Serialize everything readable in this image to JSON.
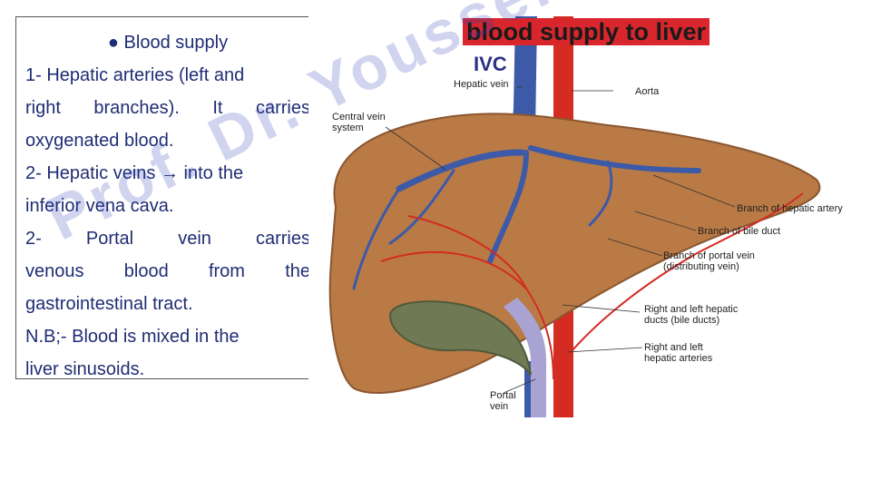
{
  "textbox": {
    "heading": "● Blood supply",
    "line1": "1- Hepatic arteries (left and",
    "line2_words": [
      "right",
      "branches).",
      "It",
      "carries"
    ],
    "line3": "oxygenated blood.",
    "line4": "2- Hepatic veins → into the",
    "line5": "inferior vena cava.",
    "line6_words": [
      "2-",
      "Portal",
      "vein",
      "carries"
    ],
    "line7_words": [
      "venous",
      "blood",
      "from",
      "the"
    ],
    "line8": "gastrointestinal tract.",
    "line9": "N.B;- Blood is mixed in the",
    "line10": "liver sinusoids."
  },
  "figure": {
    "title": "blood supply to liver",
    "ivc": "IVC",
    "labels": {
      "hepatic_vein": "Hepatic vein",
      "aorta": "Aorta",
      "central_vein_1": "Central vein",
      "central_vein_2": "system",
      "branch_hepatic_artery": "Branch of hepatic artery",
      "branch_bile_duct": "Branch of bile duct",
      "branch_portal_1": "Branch of portal vein",
      "branch_portal_2": "(distributing vein)",
      "rl_ducts_1": "Right and left hepatic",
      "rl_ducts_2": "ducts (bile ducts)",
      "rl_arteries_1": "Right and left",
      "rl_arteries_2": "hepatic arteries",
      "portal_1": "Portal",
      "portal_2": "vein"
    }
  },
  "watermark": "Prof. Dr. Youssef Hussein",
  "colors": {
    "text": "#1f2d73",
    "banner": "#d9262d",
    "ivc": "#2b2f86",
    "liver": "#b97a45",
    "vein": "#3d5aa8",
    "artery": "#d42b22",
    "gallbladder": "#6f7a55"
  }
}
